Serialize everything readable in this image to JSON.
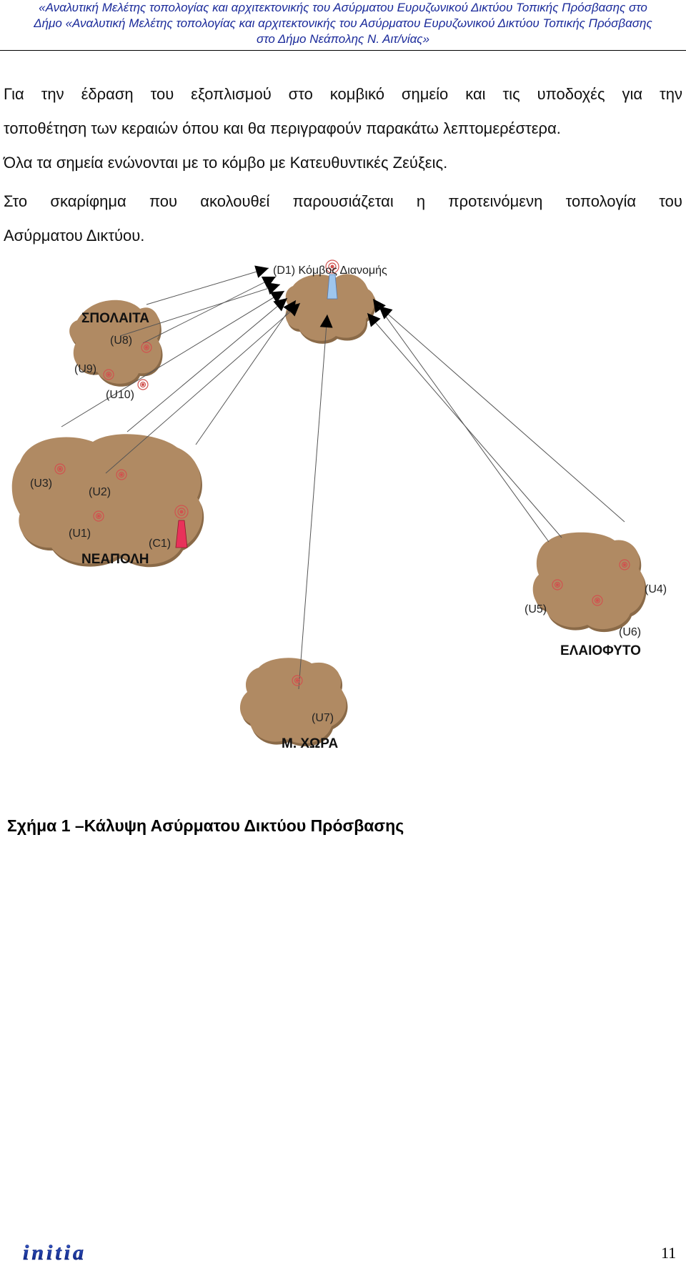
{
  "header": {
    "line1": "«Αναλυτική Μελέτης τοπολογίας και αρχιτεκτονικής του Ασύρματου Ευρυζωνικού Δικτύου Τοπικής Πρόσβασης στο",
    "line2": "Δήμο «Αναλυτική Μελέτης τοπολογίας και αρχιτεκτονικής του Ασύρματου Ευρυζωνικού Δικτύου Τοπικής Πρόσβασης",
    "line3": "στο Δήμο Νεάπολης Ν. Αιτ/νίας»"
  },
  "body": {
    "p1_l1_words": [
      "Για",
      "την",
      "έδραση",
      "του",
      "εξοπλισμού",
      "στο",
      "κομβικό",
      "σημείο",
      "και",
      "τις",
      "υποδοχές",
      "για",
      "την"
    ],
    "p1_l2": "τοποθέτηση των κεραιών όπου και θα περιγραφούν  παρακάτω λεπτομερέστερα.",
    "p1_l3": "Όλα τα σημεία ενώνονται με το κόμβο με Κατευθυντικές Ζεύξεις.",
    "p2_l1_words": [
      "Στο",
      "σκαρίφημα",
      "που",
      "ακολουθεί",
      "παρουσιάζεται",
      "η",
      "προτεινόμενη",
      "τοπολογία",
      "του"
    ],
    "p2_l2": "Ασύρματου Δικτύου."
  },
  "diagram": {
    "node_d1": "(D1) Κόμβος Διανομής",
    "spolaita": "ΣΠΟΛΑΙΤΑ",
    "u8": "(U8)",
    "u9": "(U9)",
    "u10": "(U10)",
    "u3": "(U3)",
    "u2": "(U2)",
    "u1": "(U1)",
    "c1": "(C1)",
    "neapoli": "ΝΕΑΠΟΛΗ",
    "u4": "(U4)",
    "u5": "(U5)",
    "u6": "(U6)",
    "elaiofyto": "ΕΛΑΙΟΦΥΤΟ",
    "u7": "(U7)",
    "m_chora": "Μ. ΧΩΡΑ",
    "colors": {
      "land": "#b08a63",
      "land_shadow": "#8a6a48",
      "antenna_blue": "#9ec6ee",
      "antenna_red": "#e8325a",
      "unit_ring": "#d0524f"
    }
  },
  "caption": "Σχήμα 1 –Κάλυψη Ασύρματου Δικτύου Πρόσβασης",
  "footer": {
    "logo_text": "initia",
    "page_number": "11"
  }
}
